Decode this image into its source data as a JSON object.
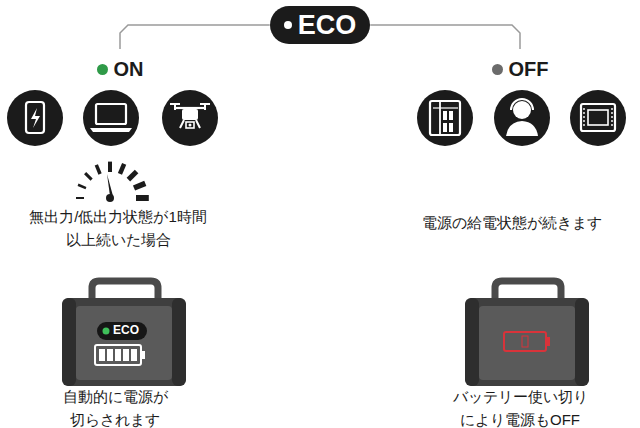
{
  "diagram": {
    "nodes": [
      {
        "text": [
          "ECO"
        ]
      },
      {
        "text": [
          "ON"
        ]
      },
      {
        "text": [
          "OFF"
        ]
      }
    ],
    "edges": [
      {
        "from": 0,
        "to": 1,
        "arrow": "none"
      },
      {
        "from": 0,
        "to": 2,
        "arrow": "none"
      }
    ],
    "labels": [
      "無出力/低出力状態が1時間 以上続いた場合",
      "電源の給電状態が続きます",
      "ECO",
      "自動的に電源が 切らされます",
      "バッテリー使い切り により電源もOFF"
    ]
  }
}
